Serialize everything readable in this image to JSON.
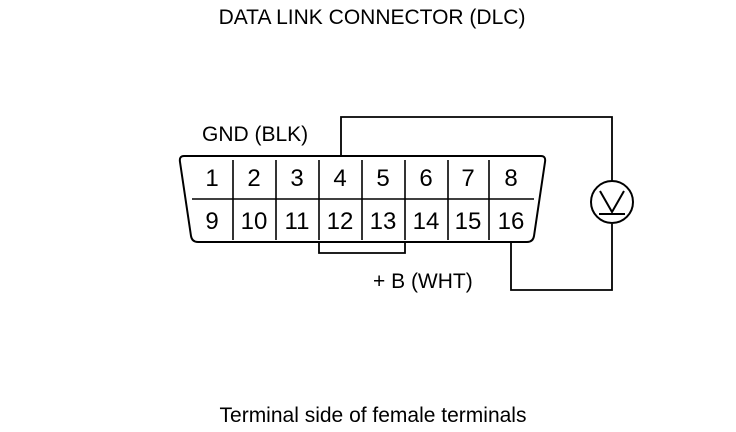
{
  "title": "DATA LINK CONNECTOR (DLC)",
  "gnd_label": "GND (BLK)",
  "bplus_label": "+ B (WHT)",
  "caption": "Terminal side of female terminals",
  "voltmeter_symbol": "V",
  "pins_top": [
    "1",
    "2",
    "3",
    "4",
    "5",
    "6",
    "7",
    "8"
  ],
  "pins_bottom": [
    "9",
    "10",
    "11",
    "12",
    "13",
    "14",
    "15",
    "16"
  ]
}
